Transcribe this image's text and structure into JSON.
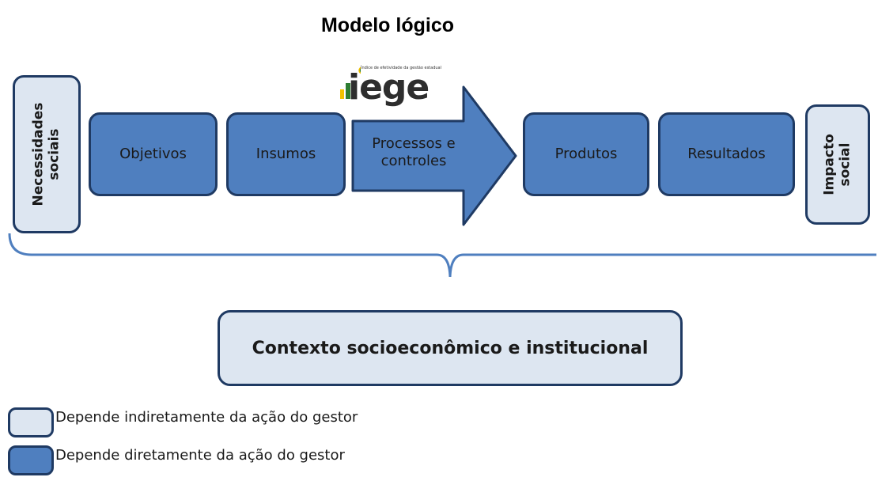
{
  "title": "Modelo lógico",
  "logo": {
    "text": "iege",
    "subtitle": "Índice de efetividade da gestão estadual"
  },
  "left_box": {
    "line1": "Necessidades",
    "line2": "sociais"
  },
  "right_box": {
    "line1": "Impacto",
    "line2": "social"
  },
  "boxes": {
    "objetivos": "Objetivos",
    "insumos": "Insumos",
    "produtos": "Produtos",
    "resultados": "Resultados"
  },
  "arrow": {
    "line1": "Processos e",
    "line2": "controles"
  },
  "context": "Contexto socioeconômico e institucional",
  "legend": {
    "indirect": "Depende indiretamente da ação do gestor",
    "direct": "Depende diretamente da ação do gestor"
  },
  "colors": {
    "direct_fill": "#4f7fbf",
    "indirect_fill": "#dde6f1",
    "border": "#1f3a63",
    "brace": "#4f7fbf"
  }
}
